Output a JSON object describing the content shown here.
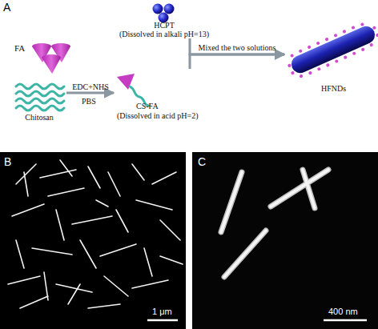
{
  "diagram": {
    "nodes": [
      {
        "text": [
          "HCPT",
          "(Dissolved in alkali pH=13)"
        ]
      },
      {
        "text": [
          "FA"
        ]
      },
      {
        "text": [
          "Chitosan"
        ]
      },
      {
        "text": [
          "CS-FA",
          "(Dissolved in acid pH=2)"
        ]
      },
      {
        "text": [
          "HFNDs"
        ]
      }
    ],
    "edges": [
      {
        "from": 2,
        "to": 3,
        "arrow": "to",
        "label": "EDC+NHS"
      },
      {
        "from": 0,
        "to": 4,
        "arrow": "to",
        "label": "Mixed the two solutions"
      },
      {
        "from": 3,
        "to": 4,
        "arrow": "to"
      }
    ],
    "labels": [
      "A",
      "PBS",
      "B",
      "1 μm",
      "C",
      "400 nm"
    ]
  }
}
